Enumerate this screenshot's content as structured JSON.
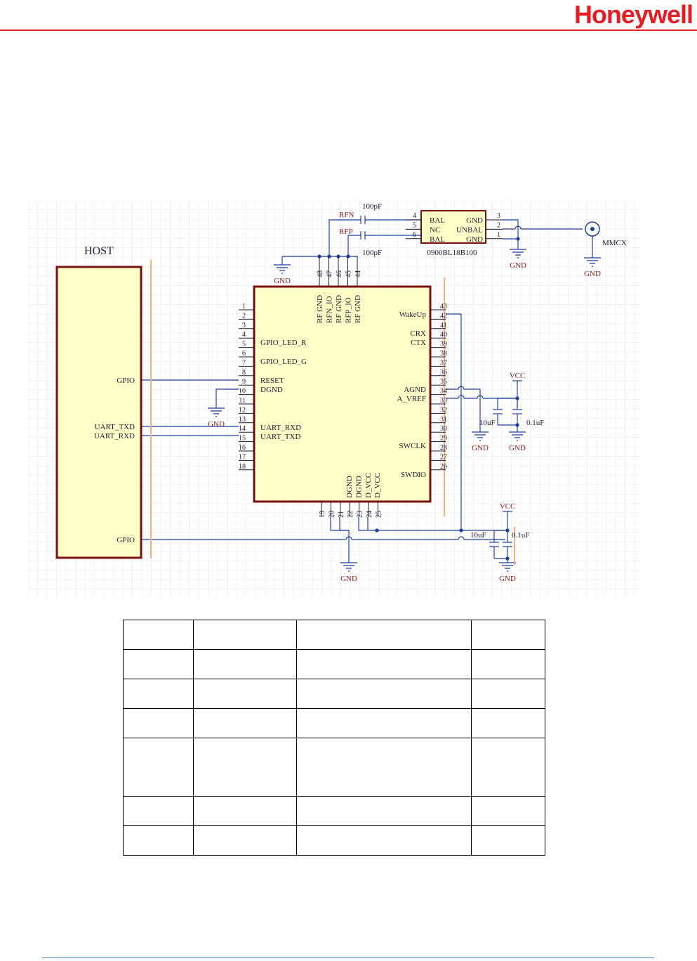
{
  "brand": {
    "name": "Honeywell",
    "color": "#e41c23"
  },
  "colors": {
    "rule": "#e41c23",
    "footer_rule": "#4f81bd",
    "wire": "#1f3f9f",
    "label": "#1a1a3a",
    "component_border": "#7a1010",
    "component_fill": "#ffffc8",
    "power_label": "#8b1a1a",
    "grid": "#e6e6e6"
  },
  "schematic": {
    "host": {
      "name": "HOST",
      "pins": [
        "GPIO",
        "UART_TXD",
        "UART_RXD",
        "GPIO"
      ]
    },
    "module": {
      "left_pin_numbers": [
        "1",
        "2",
        "3",
        "4",
        "5",
        "6",
        "7",
        "8",
        "9",
        "10",
        "11",
        "12",
        "13",
        "14",
        "15",
        "16",
        "17",
        "18"
      ],
      "left_pin_labels": [
        "GPIO_LED_R",
        "GPIO_LED_G",
        "RESET",
        "DGND",
        "UART_RXD",
        "UART_TXD"
      ],
      "top_pin_numbers": [
        "48",
        "47",
        "46",
        "45",
        "44"
      ],
      "top_pin_labels": [
        "RF GND",
        "RFN_IO",
        "RF GND",
        "RFP_IO",
        "RF GND"
      ],
      "right_pin_numbers": [
        "43",
        "42",
        "41",
        "40",
        "39",
        "38",
        "37",
        "36",
        "35",
        "34",
        "33",
        "32",
        "31",
        "30",
        "29",
        "28",
        "27",
        "26"
      ],
      "right_pin_labels": [
        "WakeUp",
        "CRX",
        "CTX",
        "AGND",
        "A_VREF",
        "SWCLK",
        "SWDIO"
      ],
      "bottom_pin_numbers": [
        "19",
        "20",
        "21",
        "22",
        "23",
        "24",
        "25"
      ],
      "bottom_pin_labels": [
        "DGND",
        "DGND",
        "D_VCC",
        "D_VCC"
      ]
    },
    "balun": {
      "part": "0900BL18B100",
      "left_pins": [
        "4",
        "5",
        "6"
      ],
      "right_pins": [
        "3",
        "2",
        "1"
      ],
      "left_labels": [
        "BAL",
        "NC",
        "BAL"
      ],
      "right_labels": [
        "GND",
        "UNBAL",
        "GND"
      ]
    },
    "nets": {
      "rfn": "RFN",
      "rfp": "RFP",
      "gnd": "GND",
      "vcc": "VCC"
    },
    "caps": {
      "rf": "100pF",
      "bulk": "10uF",
      "decouple": "0.1uF"
    },
    "connector": "MMCX"
  },
  "table": {
    "rows": [
      [
        "",
        "",
        "",
        ""
      ],
      [
        "",
        "",
        "",
        ""
      ],
      [
        "",
        "",
        "",
        ""
      ],
      [
        "",
        "",
        "",
        ""
      ],
      [
        "",
        "",
        "",
        ""
      ],
      [
        "",
        "",
        "",
        ""
      ],
      [
        "",
        "",
        "",
        ""
      ]
    ]
  }
}
